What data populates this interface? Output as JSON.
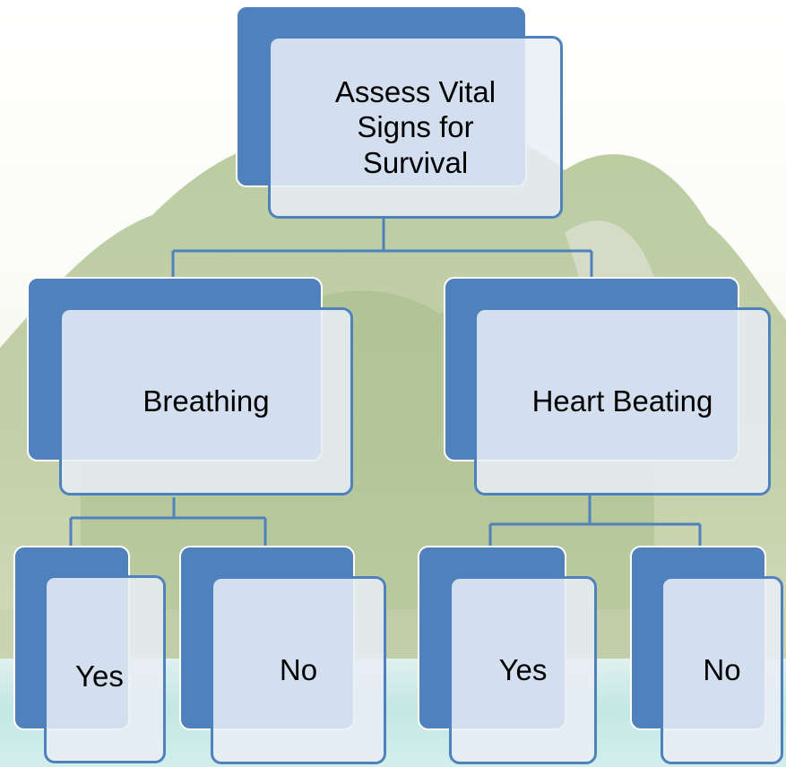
{
  "diagram": {
    "root": {
      "label": "Assess Vital Signs for Survival"
    },
    "branches": [
      {
        "label": "Breathing",
        "children": [
          {
            "label": "Yes"
          },
          {
            "label": "No"
          }
        ]
      },
      {
        "label": "Heart Beating",
        "children": [
          {
            "label": "Yes"
          },
          {
            "label": "No"
          }
        ]
      }
    ]
  },
  "colors": {
    "accent": "#4f81bd",
    "card_fill": "#e9eef6",
    "connector": "#4f81bd",
    "text": "#000000"
  }
}
